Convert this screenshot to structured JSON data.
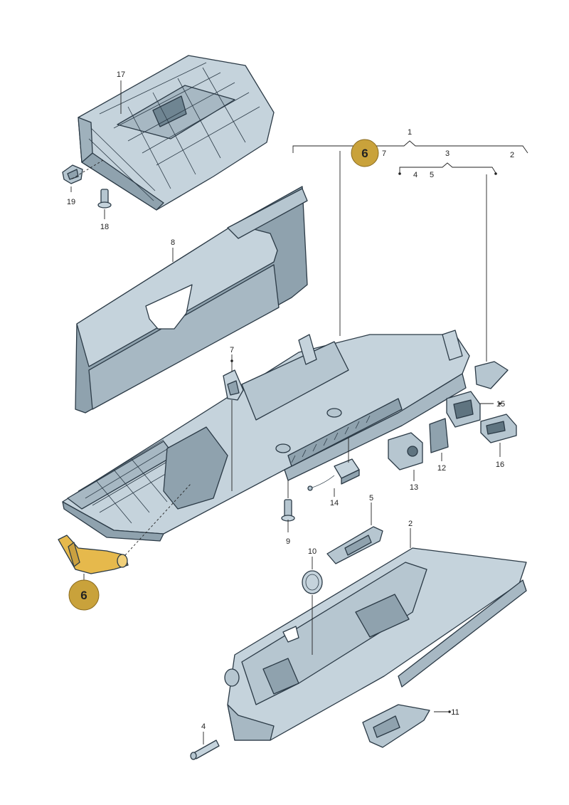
{
  "colors": {
    "part_fill": "#c5d3dc",
    "part_shadow": "#8fa2ae",
    "part_dark": "#5f7480",
    "outline": "#2b3a46",
    "highlight_fill": "#e6b94c",
    "badge_fill": "#c9a23b"
  },
  "highlight_badge": "6",
  "labels": {
    "p1": "1",
    "p2_top": "2",
    "p2": "2",
    "p3": "3",
    "p4_top": "4",
    "p4": "4",
    "p5_top": "5",
    "p5": "5",
    "p7_top": "7",
    "p7": "7",
    "p8": "8",
    "p9": "9",
    "p10": "10",
    "p11": "11",
    "p12": "12",
    "p13": "13",
    "p14": "14",
    "p15": "15",
    "p16": "16",
    "p17": "17",
    "p18": "18",
    "p19": "19"
  }
}
